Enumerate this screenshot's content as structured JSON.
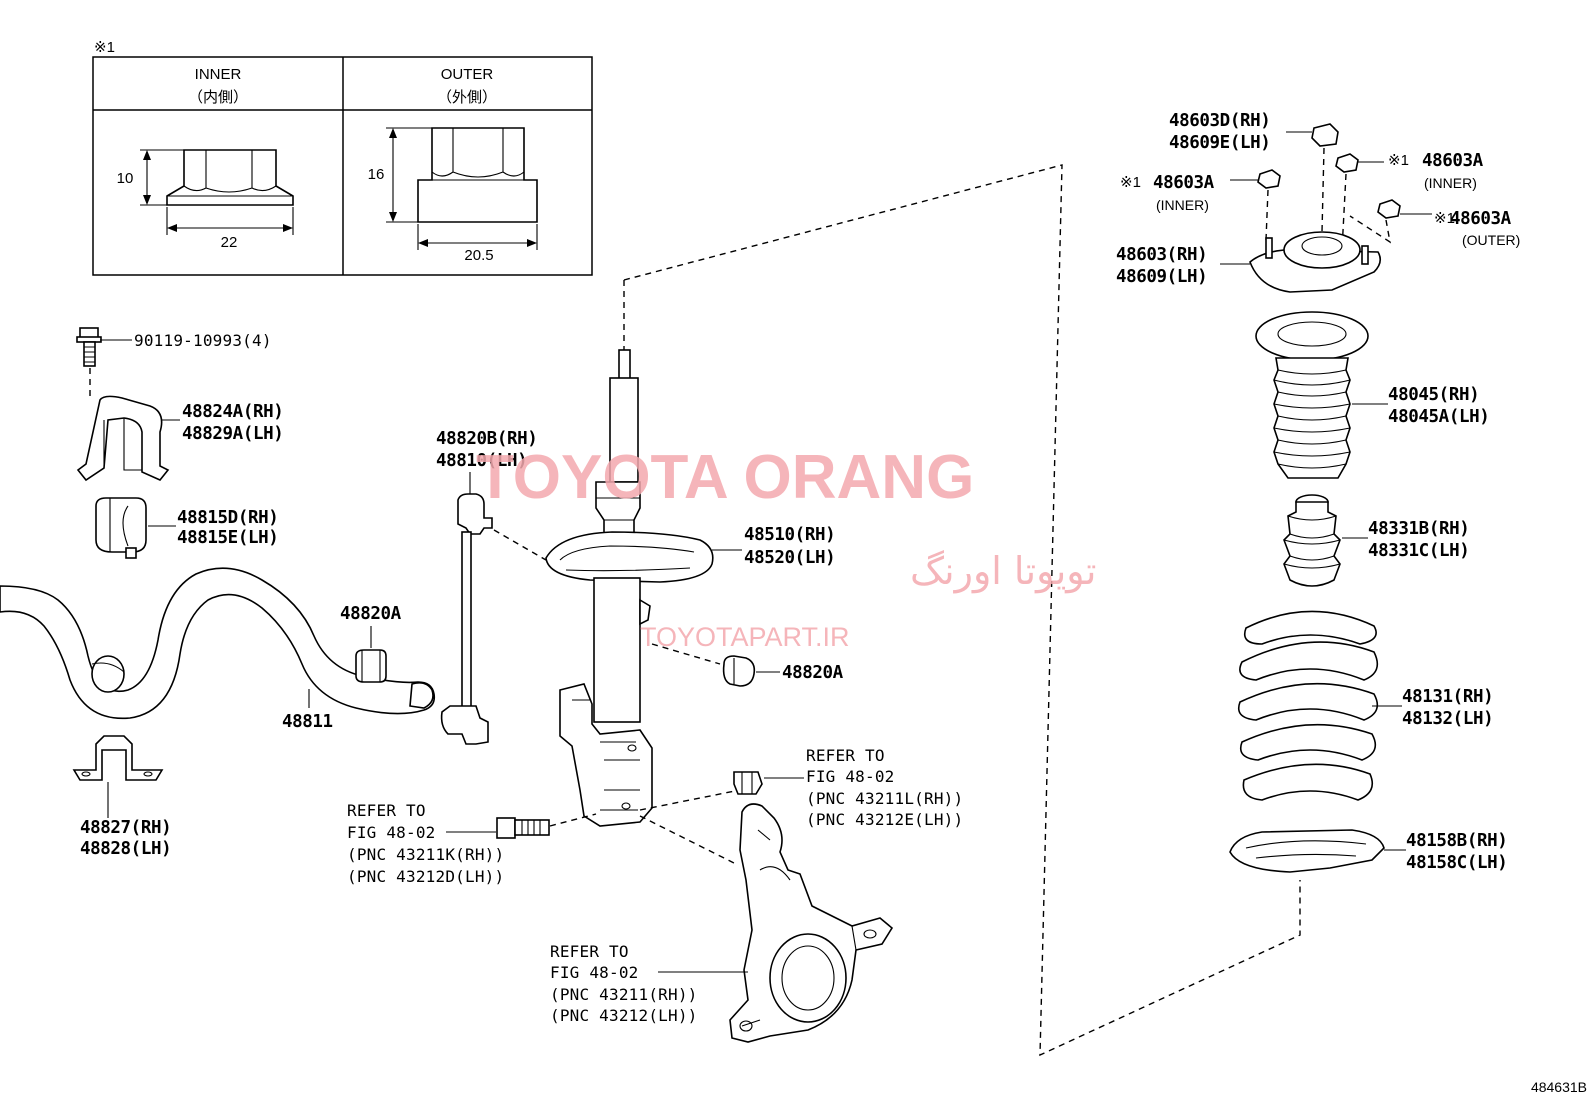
{
  "inset": {
    "marker": "※1",
    "inner_label": "INNER",
    "inner_sub": "（内側）",
    "outer_label": "OUTER",
    "outer_sub": "（外側）",
    "inner_height": "10",
    "inner_width": "22",
    "outer_height": "16",
    "outer_width": "20.5"
  },
  "watermark": {
    "brand": "TOYOTA ORANG",
    "brand_fa": "تویوتا اورنگ",
    "site": "TOYOTAPART.IR"
  },
  "parts": {
    "bolt_90119": "90119-10993(4)",
    "p48824A": "48824A(RH)",
    "p48829A": "48829A(LH)",
    "p48815D": "48815D(RH)",
    "p48815E": "48815E(LH)",
    "p48820A_top": "48820A",
    "p48811": "48811",
    "p48827": "48827(RH)",
    "p48828": "48828(LH)",
    "p48820B": "48820B(RH)",
    "p48810": "48810(LH)",
    "p48510": "48510(RH)",
    "p48520": "48520(LH)",
    "p48820A_nut": "48820A",
    "p48603D": "48603D(RH)",
    "p48609E": "48609E(LH)",
    "p48603A_inner_left": "48603A",
    "p48603A_inner_right": "48603A",
    "p48603A_outer": "48603A",
    "inner_tag": "(INNER)",
    "outer_tag": "(OUTER)",
    "mark": "※1",
    "p48603": "48603(RH)",
    "p48609": "48609(LH)",
    "p48045": "48045(RH)",
    "p48045A": "48045A(LH)",
    "p48331B": "48331B(RH)",
    "p48331C": "48331C(LH)",
    "p48131": "48131(RH)",
    "p48132": "48132(LH)",
    "p48158B": "48158B(RH)",
    "p48158C": "48158C(LH)"
  },
  "refers": {
    "bolt": [
      "REFER TO",
      "FIG 48-02",
      "(PNC 43211K(RH))",
      "(PNC 43212D(LH))"
    ],
    "nut": [
      "REFER TO",
      "FIG 48-02",
      "(PNC 43211L(RH))",
      "(PNC 43212E(LH))"
    ],
    "knuckle": [
      "REFER TO",
      "FIG 48-02",
      "(PNC 43211(RH))",
      "(PNC 43212(LH))"
    ]
  },
  "figure_code": "484631B",
  "colors": {
    "ink": "#000000",
    "watermark": "#f4a9ae"
  }
}
